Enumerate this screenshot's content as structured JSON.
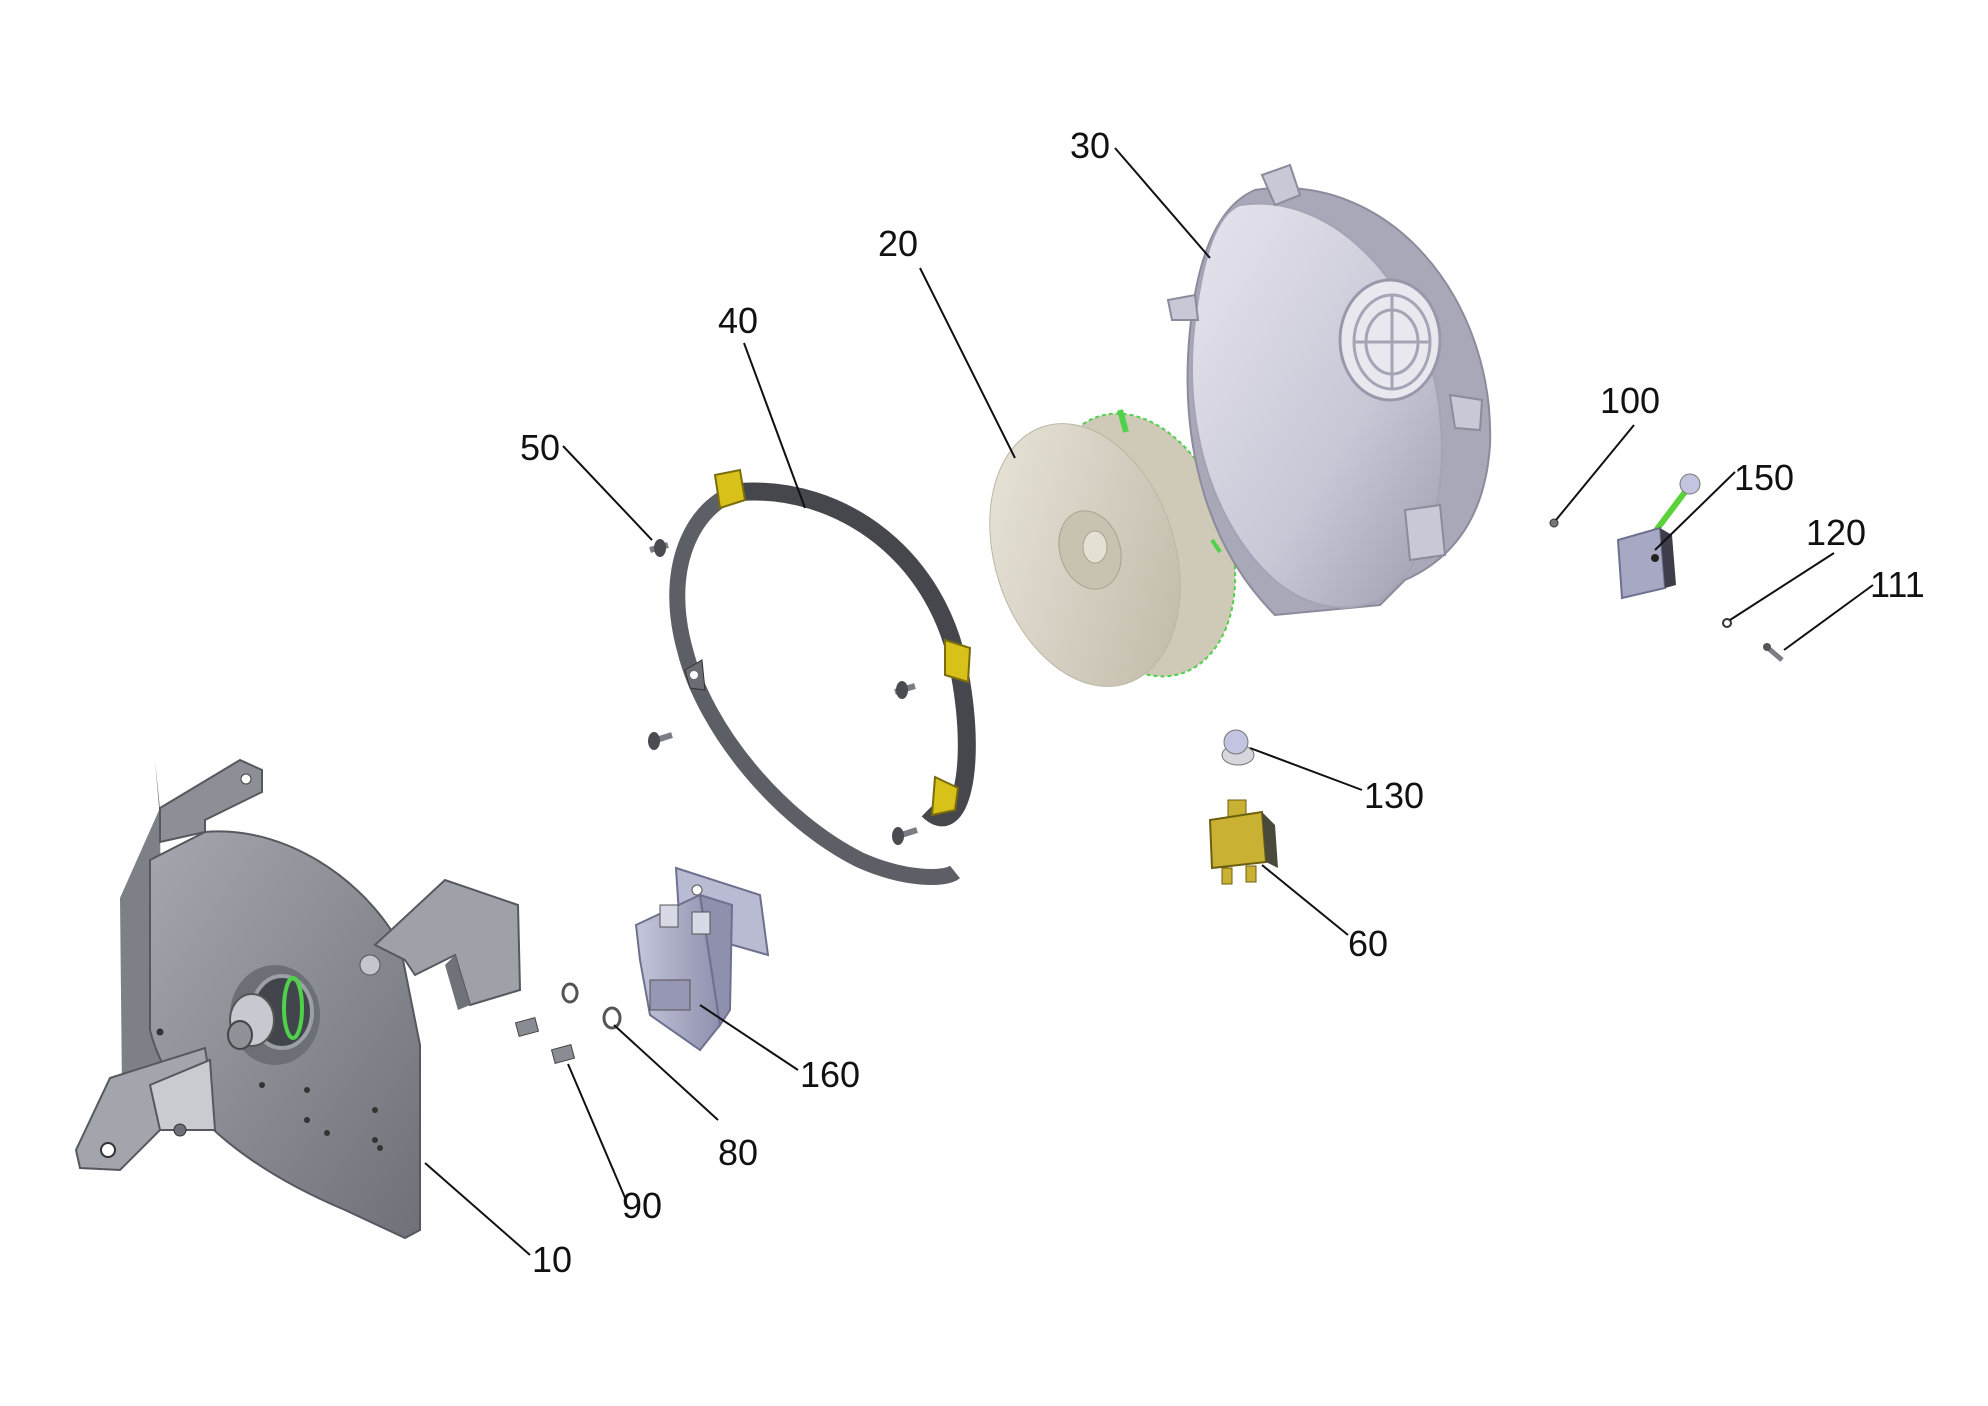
{
  "callouts": [
    {
      "id": "10",
      "label": "10"
    },
    {
      "id": "20",
      "label": "20"
    },
    {
      "id": "30",
      "label": "30"
    },
    {
      "id": "40",
      "label": "40"
    },
    {
      "id": "50",
      "label": "50"
    },
    {
      "id": "60",
      "label": "60"
    },
    {
      "id": "80",
      "label": "80"
    },
    {
      "id": "90",
      "label": "90"
    },
    {
      "id": "100",
      "label": "100"
    },
    {
      "id": "111",
      "label": "111"
    },
    {
      "id": "120",
      "label": "120"
    },
    {
      "id": "130",
      "label": "130"
    },
    {
      "id": "150",
      "label": "150"
    },
    {
      "id": "160",
      "label": "160"
    }
  ],
  "colors": {
    "metal_plate": "#8f9298",
    "metal_dark": "#5f6268",
    "ring": "#55575c",
    "yellow_tab": "#d8c21a",
    "fan_wheel": "#d7d2c4",
    "housing": "#c9c8d6",
    "housing_shadow": "#a9a8b8",
    "relay": "#a7a9c4",
    "switch_body": "#c9b233",
    "green_wire": "#5bd13c",
    "screw": "#7b7d85"
  }
}
